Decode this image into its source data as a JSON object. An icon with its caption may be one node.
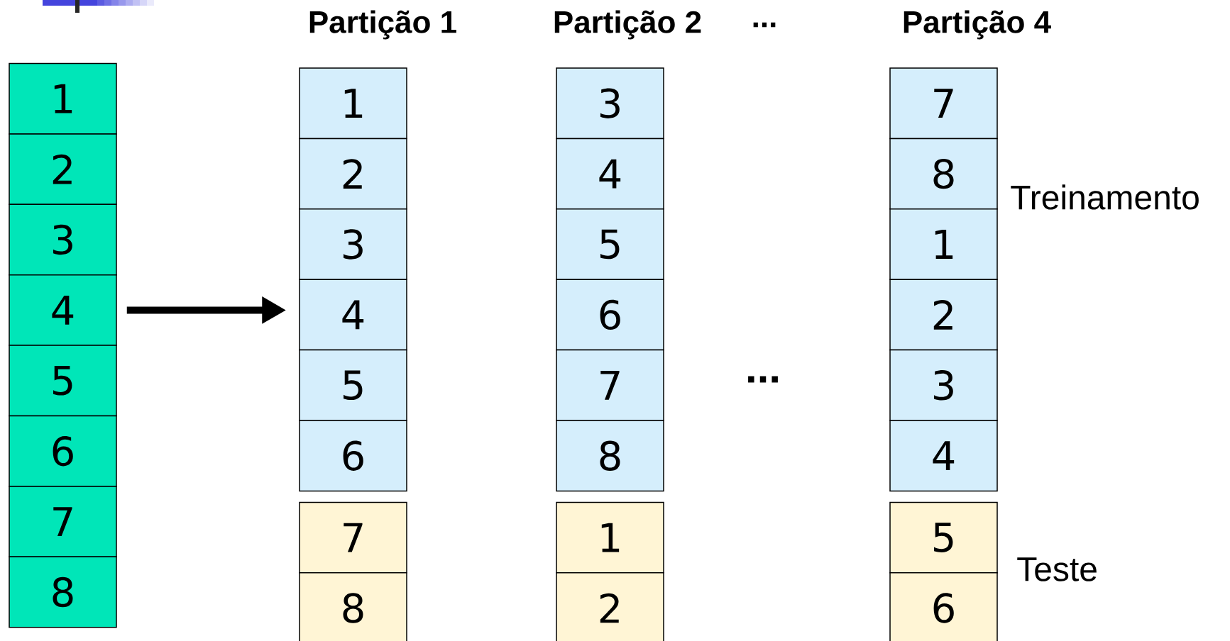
{
  "diagram": {
    "nodes": [
      {
        "text": [
          "1"
        ]
      },
      {
        "text": [
          "2"
        ]
      },
      {
        "text": [
          "3"
        ]
      },
      {
        "text": [
          "4"
        ]
      },
      {
        "text": [
          "5"
        ]
      },
      {
        "text": [
          "6"
        ]
      },
      {
        "text": [
          "7"
        ]
      },
      {
        "text": [
          "8"
        ]
      },
      {
        "text": [
          "1"
        ]
      },
      {
        "text": [
          "2"
        ]
      },
      {
        "text": [
          "3"
        ]
      },
      {
        "text": [
          "4"
        ]
      },
      {
        "text": [
          "5"
        ]
      },
      {
        "text": [
          "6"
        ]
      },
      {
        "text": [
          "7"
        ]
      },
      {
        "text": [
          "8"
        ]
      },
      {
        "text": [
          "3"
        ]
      },
      {
        "text": [
          "4"
        ]
      },
      {
        "text": [
          "5"
        ]
      },
      {
        "text": [
          "6"
        ]
      },
      {
        "text": [
          "7"
        ]
      },
      {
        "text": [
          "8"
        ]
      },
      {
        "text": [
          "1"
        ]
      },
      {
        "text": [
          "2"
        ]
      },
      {
        "text": [
          "7"
        ]
      },
      {
        "text": [
          "8"
        ]
      },
      {
        "text": [
          "1"
        ]
      },
      {
        "text": [
          "2"
        ]
      },
      {
        "text": [
          "3"
        ]
      },
      {
        "text": [
          "4"
        ]
      },
      {
        "text": [
          "5"
        ]
      },
      {
        "text": [
          "6"
        ]
      }
    ],
    "edges": [
      {
        "from": 3,
        "to": 11,
        "arrow": "to"
      }
    ],
    "labels": [
      "Partição 1",
      "Partição 2",
      "...",
      "Partição 4",
      "Treinamento",
      "...",
      "Teste"
    ]
  }
}
